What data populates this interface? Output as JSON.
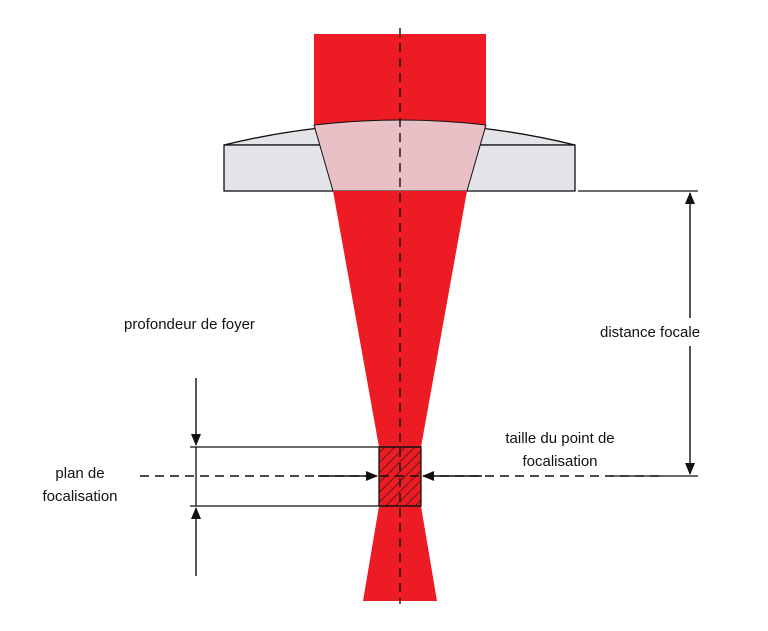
{
  "diagram": {
    "labels": {
      "depth_of_focus": "profondeur de foyer",
      "focal_distance": "distance focale",
      "spot_size_line1": "taille du point de",
      "spot_size_line2": "focalisation",
      "focal_plane_line1": "plan de",
      "focal_plane_line2": "focalisation"
    },
    "colors": {
      "beam": "#ed1c24",
      "lens_fill": "#e3e4e8",
      "lens_overlap": "#e8c0c6",
      "line": "#111111",
      "background": "#ffffff"
    }
  }
}
